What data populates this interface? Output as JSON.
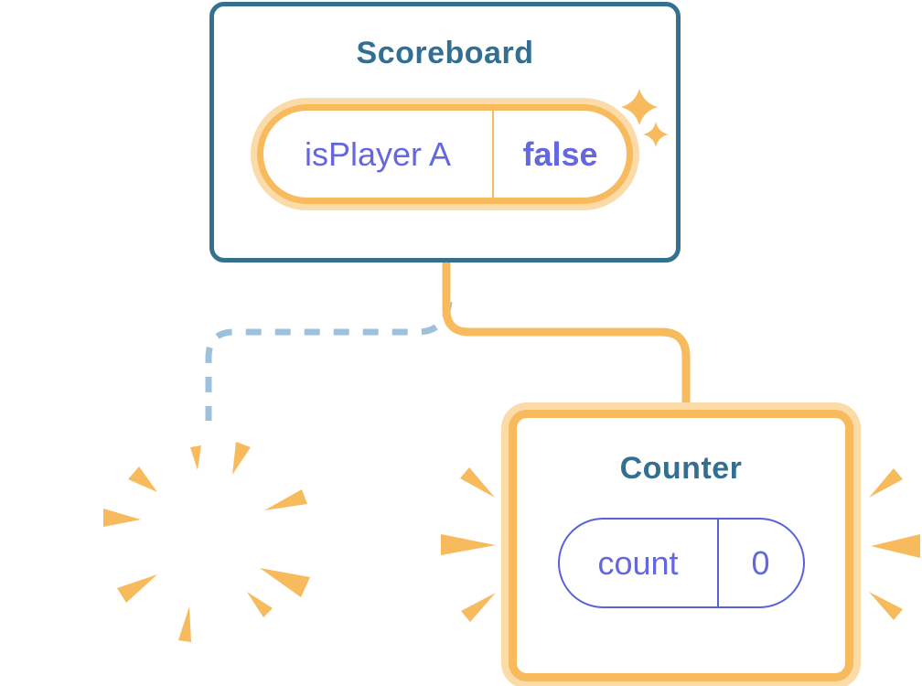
{
  "scoreboard": {
    "title": "Scoreboard",
    "state": {
      "key": "isPlayer A",
      "value": "false"
    }
  },
  "counter": {
    "title": "Counter",
    "state": {
      "key": "count",
      "value": "0"
    }
  },
  "icons": [
    "sparkle-icon",
    "poof-burst-icon",
    "emphasis-marks-left-icon",
    "emphasis-marks-right-icon"
  ],
  "colors": {
    "orange": "#F7BB5E",
    "orange-light": "#FBDCA8",
    "teal-border": "#35708F",
    "teal-text": "#336F92",
    "purple": "#6467DD",
    "purple-line": "#5B62D9",
    "dash-blue": "#9EC1DB"
  }
}
